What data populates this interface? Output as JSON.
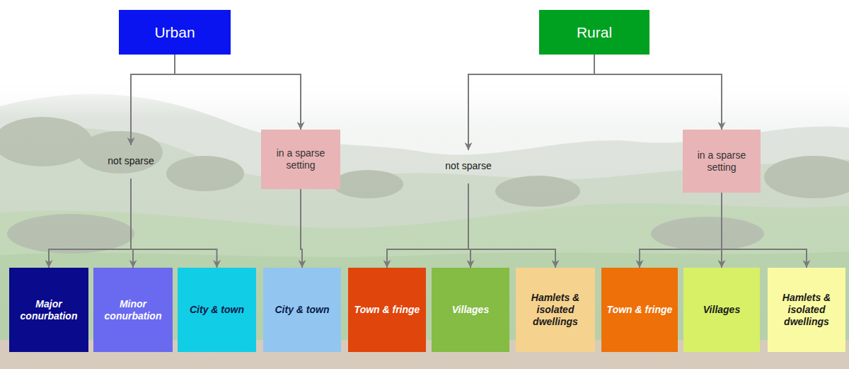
{
  "diagram": {
    "nodes": [
      {
        "text": [
          "Urban"
        ]
      },
      {
        "text": [
          "Rural"
        ]
      },
      {
        "text": [
          "not sparse"
        ]
      },
      {
        "text": [
          "in a sparse setting"
        ]
      },
      {
        "text": [
          "not sparse"
        ]
      },
      {
        "text": [
          "in a sparse setting"
        ]
      },
      {
        "text": [
          "Major conurbation"
        ]
      },
      {
        "text": [
          "Minor conurbation"
        ]
      },
      {
        "text": [
          "City & town"
        ]
      },
      {
        "text": [
          "City & town"
        ]
      },
      {
        "text": [
          "Town & fringe"
        ]
      },
      {
        "text": [
          "Villages"
        ]
      },
      {
        "text": [
          "Hamlets & isolated dwellings"
        ]
      },
      {
        "text": [
          "Town & fringe"
        ]
      },
      {
        "text": [
          "Villages"
        ]
      },
      {
        "text": [
          "Hamlets & isolated dwellings"
        ]
      }
    ],
    "edges": [
      {
        "from": 0,
        "to": 2,
        "arrow": "to"
      },
      {
        "from": 0,
        "to": 3,
        "arrow": "to"
      },
      {
        "from": 1,
        "to": 4,
        "arrow": "to"
      },
      {
        "from": 1,
        "to": 5,
        "arrow": "to"
      },
      {
        "from": 2,
        "to": 6,
        "arrow": "to"
      },
      {
        "from": 2,
        "to": 7,
        "arrow": "to"
      },
      {
        "from": 2,
        "to": 8,
        "arrow": "to"
      },
      {
        "from": 3,
        "to": 9,
        "arrow": "to"
      },
      {
        "from": 4,
        "to": 10,
        "arrow": "to"
      },
      {
        "from": 4,
        "to": 11,
        "arrow": "to"
      },
      {
        "from": 4,
        "to": 12,
        "arrow": "to"
      },
      {
        "from": 5,
        "to": 13,
        "arrow": "to"
      },
      {
        "from": 5,
        "to": 14,
        "arrow": "to"
      },
      {
        "from": 5,
        "to": 15,
        "arrow": "to"
      }
    ]
  }
}
